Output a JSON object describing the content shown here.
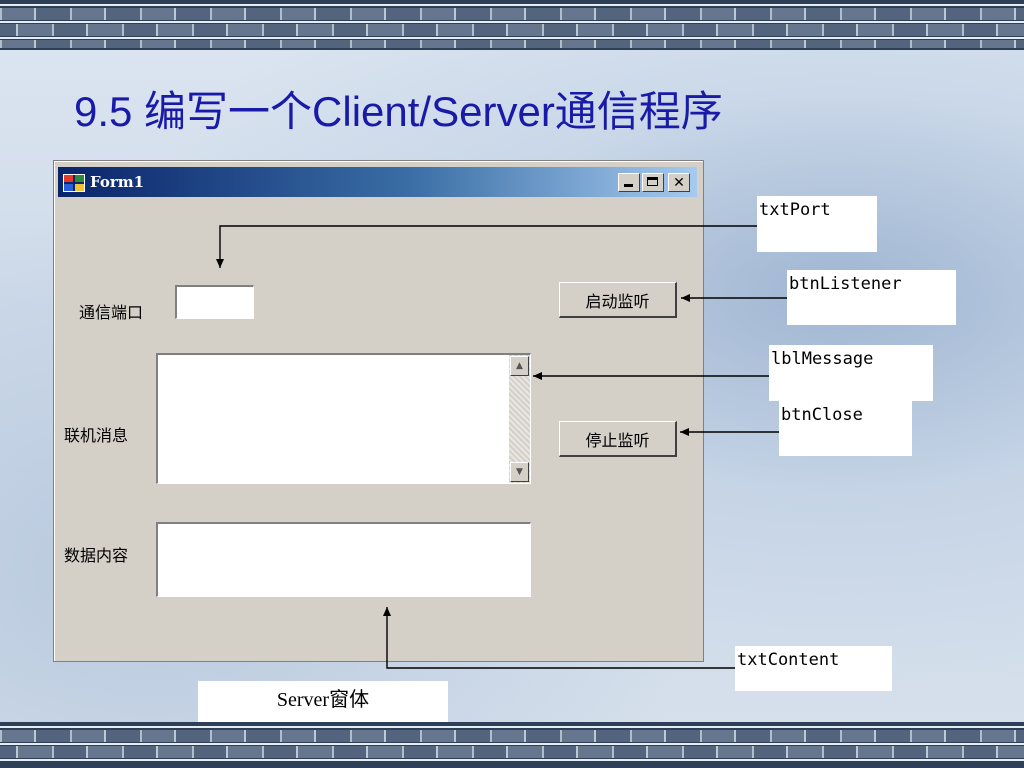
{
  "slide": {
    "title": "9.5 编写一个Client/Server通信程序"
  },
  "window": {
    "title": "Form1",
    "controls": {
      "minimize": "_",
      "maximize": "□",
      "close": "✕"
    }
  },
  "form": {
    "port_label": "通信端口",
    "port_value": "",
    "message_label": "联机消息",
    "message_value": "",
    "content_label": "数据内容",
    "content_value": "",
    "start_button": "启动监听",
    "stop_button": "停止监听",
    "scroll_up": "▲",
    "scroll_down": "▼"
  },
  "callouts": {
    "txtPort": "txtPort",
    "btnListener": "btnListener",
    "lblMessage": "lblMessage",
    "btnClose": "btnClose",
    "txtContent": "txtContent"
  },
  "caption": "Server窗体",
  "icons": [
    "app-icon",
    "minimize-icon",
    "maximize-icon",
    "close-icon",
    "scroll-up-icon",
    "scroll-down-icon"
  ],
  "colors": {
    "title": "#1a1aa8",
    "titlebar_start": "#0a246a",
    "titlebar_end": "#a6caf0",
    "window_face": "#d4d0c8"
  }
}
